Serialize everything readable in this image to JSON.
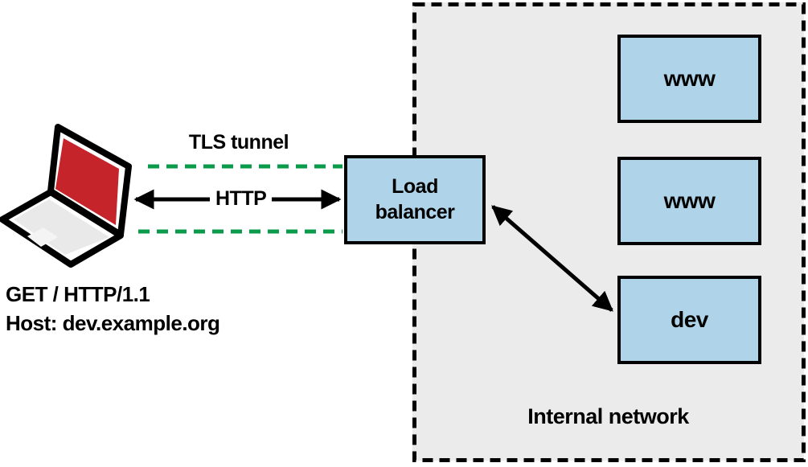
{
  "client": {
    "device": "laptop",
    "request_line": "GET / HTTP/1.1",
    "host_line": "Host: dev.example.org"
  },
  "connection": {
    "tunnel_label": "TLS tunnel",
    "protocol_label": "HTTP"
  },
  "load_balancer": {
    "label": "Load\nbalancer"
  },
  "network": {
    "label": "Internal network",
    "servers": [
      {
        "label": "www"
      },
      {
        "label": "www"
      },
      {
        "label": "dev"
      }
    ]
  },
  "colors": {
    "server_fill": "#afd3e8",
    "network_fill": "#ebebeb",
    "tls_dash_green": "#0a9b4a",
    "laptop_screen_red": "#c5242b",
    "stroke_black": "#000000"
  }
}
